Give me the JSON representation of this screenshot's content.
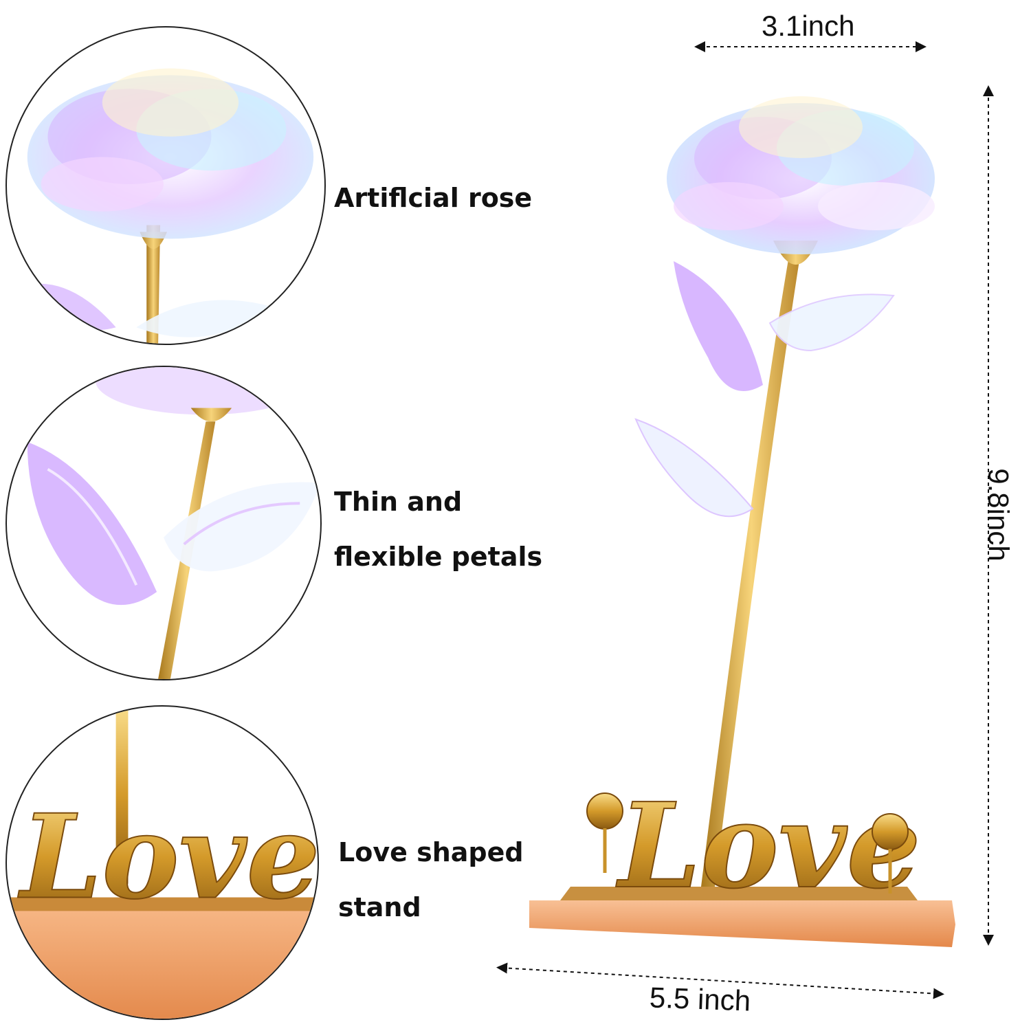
{
  "callouts": [
    {
      "lines": [
        "Artiflcial rose"
      ]
    },
    {
      "lines": [
        "Thin and",
        "flexible petals"
      ]
    },
    {
      "lines": [
        "Love shaped",
        "stand"
      ]
    }
  ],
  "dimensions": {
    "width_top": "3.1inch",
    "height": "9.8inch",
    "width_base": "5.5 inch"
  },
  "product": {
    "stand_text": "Love",
    "petal_colors": [
      "#f4e9ff",
      "#d9b8ff",
      "#bfe8ff",
      "#ffe0f4",
      "#e9fff3"
    ],
    "gold": "#d8a531",
    "base_color": "#f1a56e"
  }
}
